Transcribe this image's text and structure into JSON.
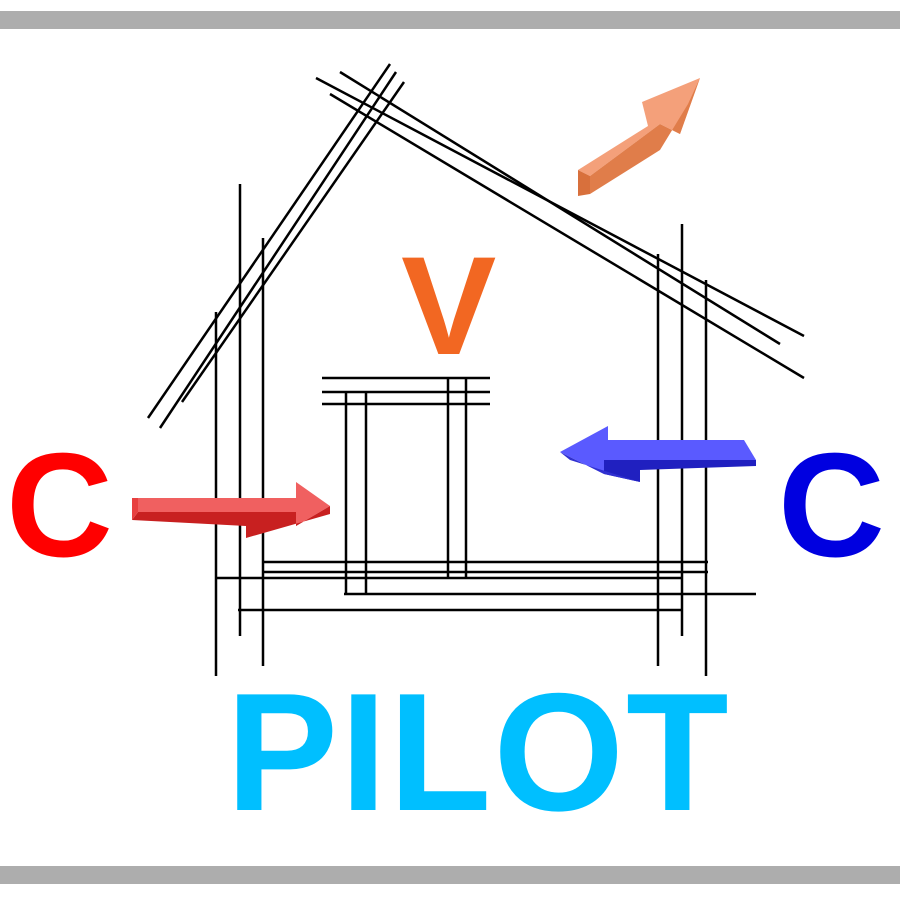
{
  "logo": {
    "left_letter": "C",
    "center_letter": "V",
    "right_letter": "C",
    "brand_name": "PILOT"
  },
  "colors": {
    "left_letter": "#ff0000",
    "center_letter": "#f26722",
    "right_letter": "#0000e0",
    "brand_name": "#00bfff",
    "left_arrow": "#f06060",
    "right_arrow": "#5a5aff",
    "top_arrow": "#f4a07a",
    "frame_lines": "#000000",
    "bars": "#adadad"
  },
  "icons": {
    "left_arrow": "arrow-right-icon",
    "right_arrow": "arrow-left-icon",
    "top_arrow": "arrow-up-right-icon",
    "house": "house-frame-icon"
  }
}
